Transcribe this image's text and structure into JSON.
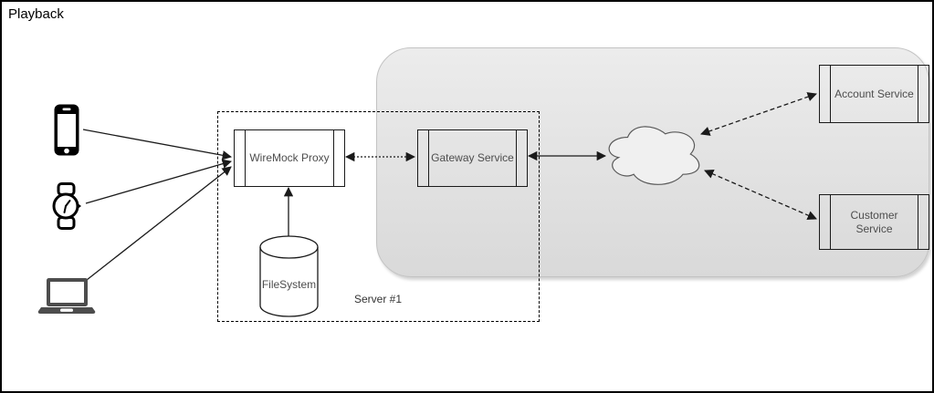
{
  "title": "Playback",
  "nodes": {
    "server_group": {
      "label": "Server #1",
      "shape": "dashed-group"
    },
    "wiremock": {
      "label": "WireMock Proxy",
      "shape": "process"
    },
    "filesystem": {
      "label": "FileSystem",
      "shape": "cylinder"
    },
    "gateway": {
      "label": "Gateway Service",
      "shape": "process"
    },
    "account": {
      "label": "Account Service",
      "shape": "process"
    },
    "customer": {
      "label": "Customer Service",
      "shape": "process"
    },
    "cloud": {
      "label": "",
      "shape": "cloud"
    }
  },
  "icons": {
    "devices": [
      "smartphone-icon",
      "smartwatch-icon",
      "laptop-icon"
    ],
    "network": "cloud-icon",
    "storage": "database-cylinder-icon"
  },
  "edges": [
    {
      "from": "smartphone",
      "to": "wiremock",
      "line": "solid",
      "arrows": "end"
    },
    {
      "from": "smartwatch",
      "to": "wiremock",
      "line": "solid",
      "arrows": "end"
    },
    {
      "from": "laptop",
      "to": "wiremock",
      "line": "solid",
      "arrows": "end"
    },
    {
      "from": "filesystem",
      "to": "wiremock",
      "line": "solid",
      "arrows": "end"
    },
    {
      "from": "wiremock",
      "to": "gateway",
      "line": "dotted",
      "arrows": "both"
    },
    {
      "from": "gateway",
      "to": "cloud",
      "line": "solid",
      "arrows": "both"
    },
    {
      "from": "cloud",
      "to": "account",
      "line": "dashed",
      "arrows": "both"
    },
    {
      "from": "cloud",
      "to": "customer",
      "line": "dashed",
      "arrows": "both"
    }
  ],
  "colors": {
    "canvas_border": "#000000",
    "container_fill_top": "#ececec",
    "container_fill_bottom": "#d9d9d9",
    "container_border": "#c3c3c3",
    "node_stroke": "#1a1a1a",
    "node_fill": "#ffffff",
    "label_text": "#4d4d4d",
    "group_label_text": "#333333",
    "edge_stroke": "#1a1a1a",
    "cloud_stroke": "#595959",
    "laptop_fill": "#4d4d4d"
  }
}
